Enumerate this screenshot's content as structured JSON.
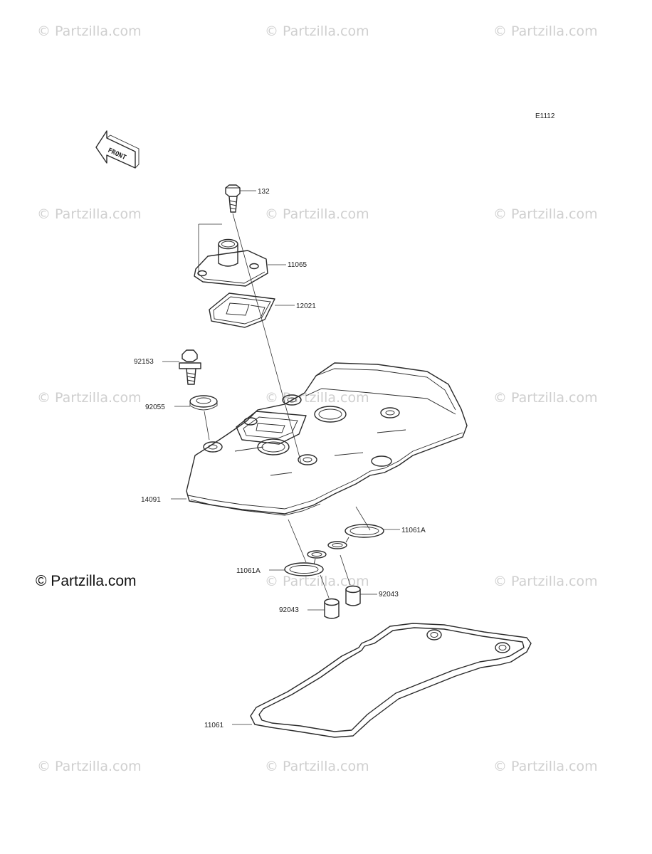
{
  "watermark": "© Partzilla.com",
  "brand": "© Partzilla.com",
  "diagram_code": "E1112",
  "front_arrow": "FRONT",
  "icons": {
    "front_arrow": "front-direction-arrow-icon"
  },
  "callouts": {
    "p132": "132",
    "p11065": "11065",
    "p12021": "12021",
    "p92153": "92153",
    "p92055": "92055",
    "p14091": "14091",
    "p11061a_right": "11061A",
    "p11061a_left": "11061A",
    "p92043_right": "92043",
    "p92043_left": "92043",
    "p11061": "11061"
  }
}
